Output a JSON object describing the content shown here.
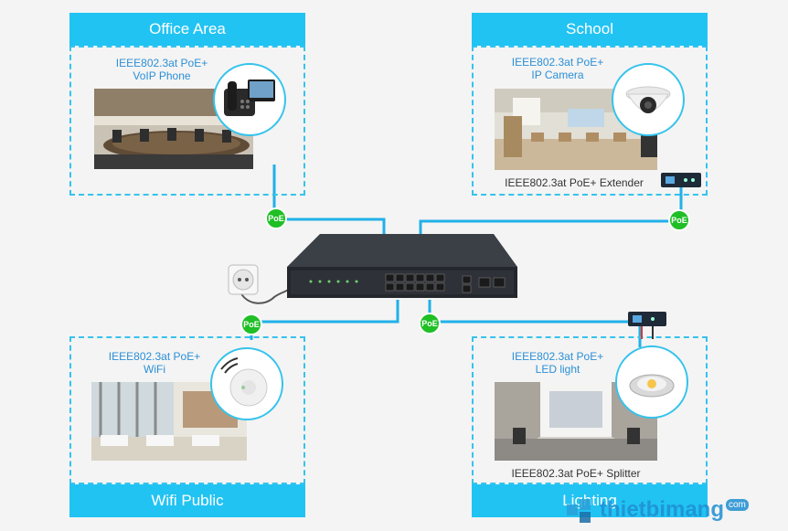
{
  "zones": {
    "office": {
      "title": "Office Area",
      "line1": "IEEE802.3at  PoE+",
      "line2": "VoIP Phone"
    },
    "school": {
      "title": "School",
      "line1": "IEEE802.3at  PoE+",
      "line2": "IP Camera",
      "extender": "IEEE802.3at  PoE+ Extender"
    },
    "wifi": {
      "title": "Wifi Public",
      "line1": "IEEE802.3at  PoE+",
      "line2": "WiFi"
    },
    "lighting": {
      "title": "Lighting",
      "line1": "IEEE802.3at  PoE+",
      "line2": "LED  light",
      "splitter": "IEEE802.3at  PoE+ Splitter"
    }
  },
  "poe_badge": "PoE",
  "watermark": {
    "brand": "thietbimang",
    "tld": "com"
  },
  "colors": {
    "accent": "#21c3f3",
    "poe_green": "#1fbf25",
    "label_blue": "#2b8fd6"
  }
}
